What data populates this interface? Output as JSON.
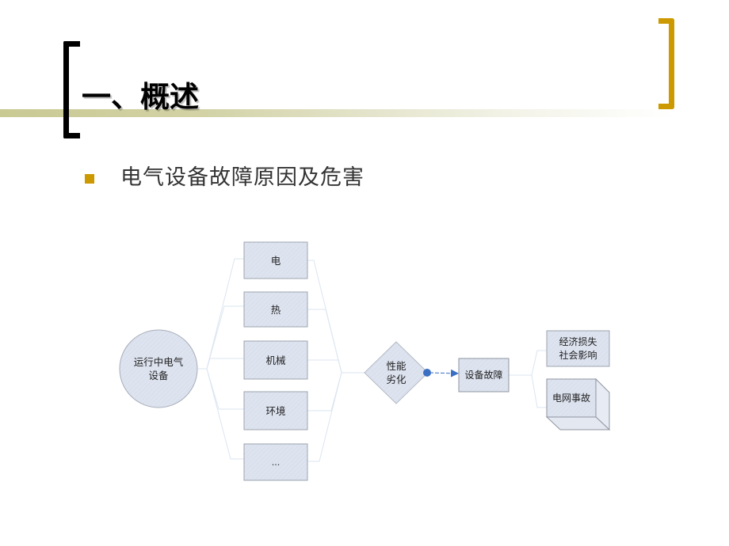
{
  "slide": {
    "title": "一、概述",
    "bullet_text": "电气设备故障原因及危害",
    "colors": {
      "accent_gold": "#cc9900",
      "band_olive": "#c9c994",
      "node_fill": "#dde3ef",
      "node_stroke": "#9ea4ae",
      "connector": "#dbe5f1",
      "arrow": "#3a6fc4"
    }
  },
  "diagram": {
    "source": {
      "label": "运行中电气\n设备",
      "shape": "circle"
    },
    "causes": [
      {
        "label": "电"
      },
      {
        "label": "热"
      },
      {
        "label": "机械"
      },
      {
        "label": "环境"
      },
      {
        "label": "..."
      }
    ],
    "process": {
      "label": "性能\n劣化",
      "shape": "diamond"
    },
    "result": {
      "label": "设备故障",
      "shape": "rectangle"
    },
    "consequences": [
      {
        "label": "经济损失\n社会影响",
        "shape": "rectangle"
      },
      {
        "label": "电网事故",
        "shape": "cube"
      }
    ]
  }
}
